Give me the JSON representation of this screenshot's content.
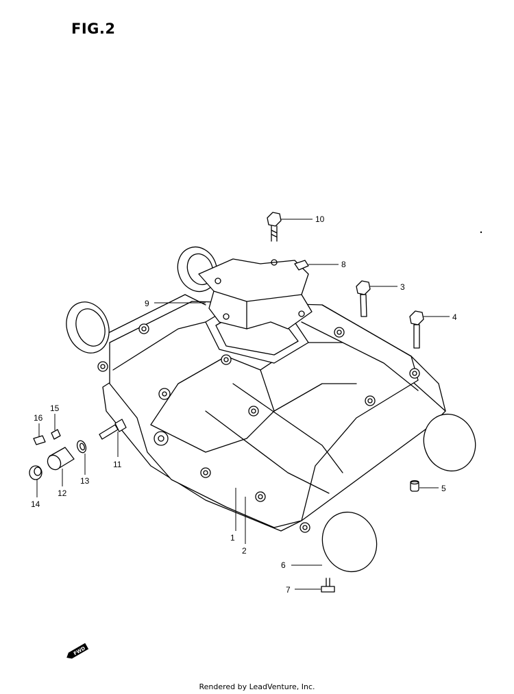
{
  "figure": {
    "title": "FIG.2"
  },
  "callouts": [
    {
      "number": "1"
    },
    {
      "number": "2"
    },
    {
      "number": "3"
    },
    {
      "number": "4"
    },
    {
      "number": "5"
    },
    {
      "number": "6"
    },
    {
      "number": "7"
    },
    {
      "number": "8"
    },
    {
      "number": "9"
    },
    {
      "number": "10"
    },
    {
      "number": "11"
    },
    {
      "number": "12"
    },
    {
      "number": "13"
    },
    {
      "number": "14"
    },
    {
      "number": "15"
    },
    {
      "number": "16"
    }
  ],
  "direction_marker": {
    "label": "FWD"
  },
  "footer": {
    "text": "Rendered by LeadVenture, Inc."
  }
}
